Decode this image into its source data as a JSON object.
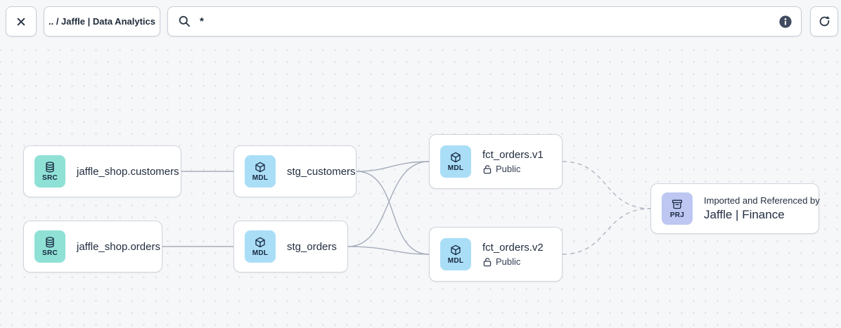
{
  "toolbar": {
    "close_label": "close",
    "breadcrumb": ".. / Jaffle | Data Analytics",
    "search": {
      "value": "*",
      "placeholder": ""
    },
    "icons": [
      "close-icon",
      "search-icon",
      "info-icon",
      "refresh-icon"
    ]
  },
  "colors": {
    "canvas_bg": "#f6f7f9",
    "dot": "#d9dce2",
    "node_border": "#cfd4dc",
    "edge_solid": "#a5aebb",
    "edge_dashed": "#aeb6c2",
    "badge_src": "#8fe1d6",
    "badge_mdl": "#aadef7",
    "badge_prj": "#bdc7f2",
    "icon_ink": "#16263e",
    "info_circle": "#404b5f"
  },
  "nodes": [
    {
      "id": "jaffle_shop.customers",
      "type": "SRC",
      "label": "jaffle_shop.customers"
    },
    {
      "id": "jaffle_shop.orders",
      "type": "SRC",
      "label": "jaffle_shop.orders"
    },
    {
      "id": "stg_customers",
      "type": "MDL",
      "label": "stg_customers"
    },
    {
      "id": "stg_orders",
      "type": "MDL",
      "label": "stg_orders"
    },
    {
      "id": "fct_orders.v1",
      "type": "MDL",
      "label": "fct_orders.v1",
      "access": "Public"
    },
    {
      "id": "fct_orders.v2",
      "type": "MDL",
      "label": "fct_orders.v2",
      "access": "Public"
    },
    {
      "id": "jaffle_finance",
      "type": "PRJ",
      "caption": "Imported and Referenced by",
      "label": "Jaffle | Finance"
    }
  ],
  "edges": [
    {
      "from": "jaffle_shop.customers",
      "to": "stg_customers",
      "style": "solid"
    },
    {
      "from": "jaffle_shop.orders",
      "to": "stg_orders",
      "style": "solid"
    },
    {
      "from": "stg_customers",
      "to": "fct_orders.v1",
      "style": "solid"
    },
    {
      "from": "stg_customers",
      "to": "fct_orders.v2",
      "style": "solid"
    },
    {
      "from": "stg_orders",
      "to": "fct_orders.v1",
      "style": "solid"
    },
    {
      "from": "stg_orders",
      "to": "fct_orders.v2",
      "style": "solid"
    },
    {
      "from": "fct_orders.v1",
      "to": "jaffle_finance",
      "style": "dashed"
    },
    {
      "from": "fct_orders.v2",
      "to": "jaffle_finance",
      "style": "dashed"
    }
  ]
}
